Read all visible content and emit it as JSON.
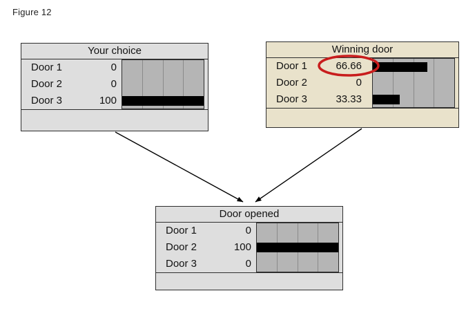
{
  "figure_label": "Figure 12",
  "colors": {
    "node_gray_bg": "#dedede",
    "node_beige_bg": "#e9e2cb",
    "bar_track": "#b5b5b5",
    "bar_fill": "#000000",
    "highlight_red": "#c81d1d",
    "arrow": "#000000"
  },
  "nodes": [
    {
      "id": "your-choice",
      "title": "Your choice",
      "rows": [
        {
          "label": "Door 1",
          "value": "0",
          "percent": 0
        },
        {
          "label": "Door 2",
          "value": "0",
          "percent": 0
        },
        {
          "label": "Door 3",
          "value": "100",
          "percent": 100
        }
      ]
    },
    {
      "id": "winning-door",
      "title": "Winning door",
      "rows": [
        {
          "label": "Door 1",
          "value": "66.66",
          "percent": 66.66,
          "highlighted": true
        },
        {
          "label": "Door 2",
          "value": "0",
          "percent": 0
        },
        {
          "label": "Door 3",
          "value": "33.33",
          "percent": 33.33
        }
      ]
    },
    {
      "id": "door-opened",
      "title": "Door opened",
      "rows": [
        {
          "label": "Door 1",
          "value": "0",
          "percent": 0
        },
        {
          "label": "Door 2",
          "value": "100",
          "percent": 100
        },
        {
          "label": "Door 3",
          "value": "0",
          "percent": 0
        }
      ]
    }
  ],
  "annotation": {
    "type": "ellipse-highlight",
    "around": "66.66"
  },
  "edges": [
    {
      "from": "Your choice",
      "to": "Door opened"
    },
    {
      "from": "Winning door",
      "to": "Door opened"
    }
  ]
}
